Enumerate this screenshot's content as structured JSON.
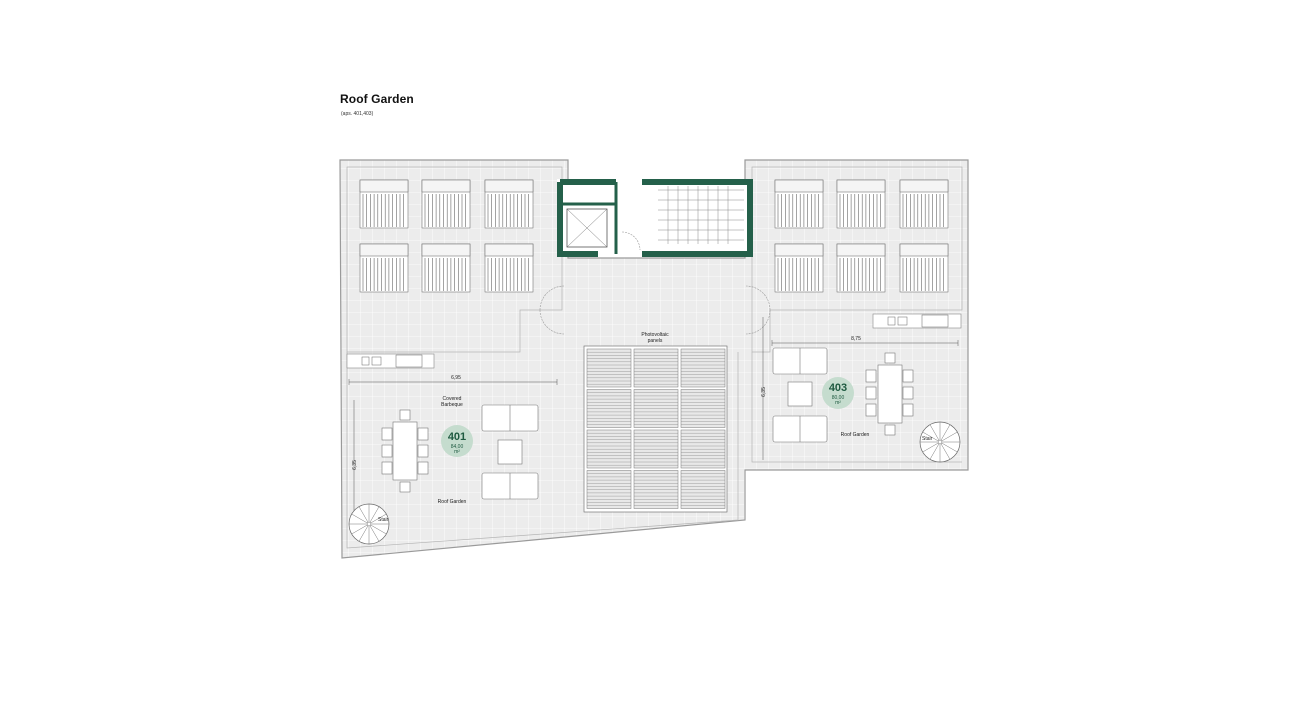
{
  "header": {
    "title": "Roof Garden",
    "subtitle": "(aps. 401,403)"
  },
  "colors": {
    "core_green": "#24604a",
    "badge_fill": "#c5dcce",
    "badge_text": "#1e5a40",
    "floor_grey": "#ececec",
    "tile_line": "#ffffff",
    "wall": "#9a9a9a"
  },
  "plan": {
    "center_label": "Photovoltaic\npanels",
    "left": {
      "dimension_width": "6,95",
      "dimension_depth": "6,35",
      "barbecue_label": "Covered\nBarbeque",
      "garden_label": "Roof Garden",
      "stair_label": "Stair",
      "badge": {
        "number": "401",
        "area": "84,00\nm²"
      }
    },
    "right": {
      "dimension_width": "8,75",
      "dimension_depth": "6,35",
      "garden_label": "Roof Garden",
      "stair_label": "Stair",
      "badge": {
        "number": "403",
        "area": "80,00\nm²"
      }
    }
  }
}
